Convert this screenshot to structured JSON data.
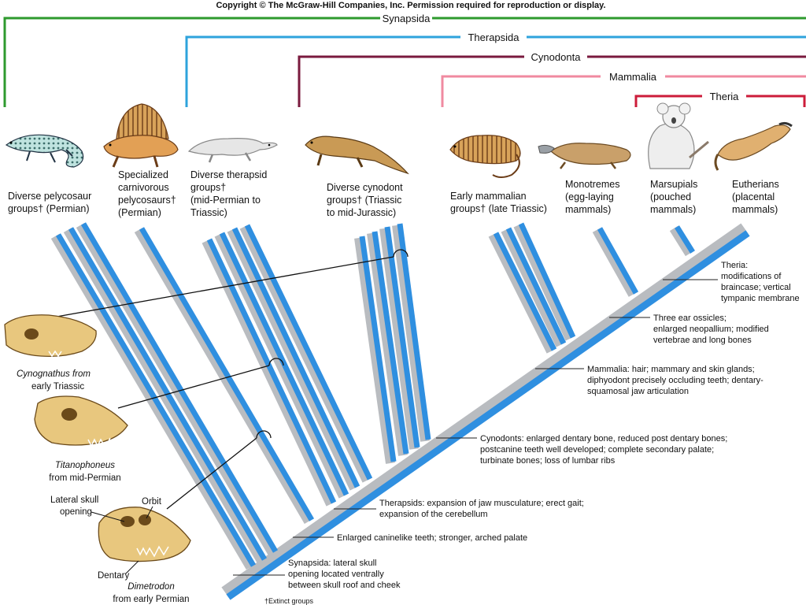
{
  "copyright": "Copyright © The McGraw-Hill Companies, Inc. Permission required for reproduction or display.",
  "colors": {
    "synapsida": "#2e9a2e",
    "therapsida": "#2ea3dc",
    "cynodonta": "#7a1a3e",
    "mammalia": "#f08aa0",
    "theria": "#cc1c3a",
    "branch_blue": "#2f8fe0",
    "branch_gray": "#b9bcc0"
  },
  "brackets": {
    "synapsida": "Synapsida",
    "therapsida": "Therapsida",
    "cynodonta": "Cynodonta",
    "mammalia": "Mammalia",
    "theria": "Theria"
  },
  "groups": {
    "pelycosaur": [
      "Diverse pelycosaur",
      "groups† (Permian)"
    ],
    "specialized": [
      "Specialized",
      "carnivorous",
      "pelycosaurs†",
      "(Permian)"
    ],
    "therapsid": [
      "Diverse therapsid",
      "groups†",
      "(mid-Permian to",
      "Triassic)"
    ],
    "cynodont": [
      "Diverse cynodont",
      "groups† (Triassic",
      "to mid-Jurassic)"
    ],
    "early_mammal": [
      "Early mammalian",
      "groups† (late Triassic)"
    ],
    "monotremes": [
      "Monotremes",
      "(egg-laying",
      "mammals)"
    ],
    "marsupials": [
      "Marsupials",
      "(pouched",
      "mammals)"
    ],
    "eutherians": [
      "Eutherians",
      "(placental",
      "mammals)"
    ]
  },
  "synapomorphies": {
    "theria": [
      "Theria:",
      "modifications of",
      "braincase; vertical",
      "tympanic membrane"
    ],
    "ossicles": [
      "Three ear ossicles;",
      "enlarged neopallium; modified",
      "vertebrae and long bones"
    ],
    "mammalia": [
      "Mammalia: hair; mammary and skin glands;",
      "diphyodont precisely occluding teeth; dentary-",
      "squamosal jaw articulation"
    ],
    "cynodonts": [
      "Cynodonts: enlarged dentary bone, reduced post dentary bones;",
      "postcanine teeth well developed; complete secondary palate;",
      "turbinate bones; loss of lumbar ribs"
    ],
    "therapsids": [
      "Therapsids: expansion of jaw musculature; erect gait;",
      "expansion of the cerebellum"
    ],
    "canine": [
      "Enlarged caninelike teeth; stronger, arched palate"
    ],
    "synapsida": [
      "Synapsida: lateral skull",
      "opening located ventrally",
      "between skull roof and cheek"
    ]
  },
  "skulls": {
    "cynognathus": [
      "Cynognathus from",
      "early Triassic"
    ],
    "titanophoneus": [
      "Titanophoneus",
      "from mid-Permian"
    ],
    "dimetrodon": [
      "Dimetrodon",
      "from early Permian"
    ],
    "lateral_opening": [
      "Lateral skull",
      "opening"
    ],
    "orbit": "Orbit",
    "dentary": "Dentary"
  },
  "footnote": "†Extinct groups"
}
